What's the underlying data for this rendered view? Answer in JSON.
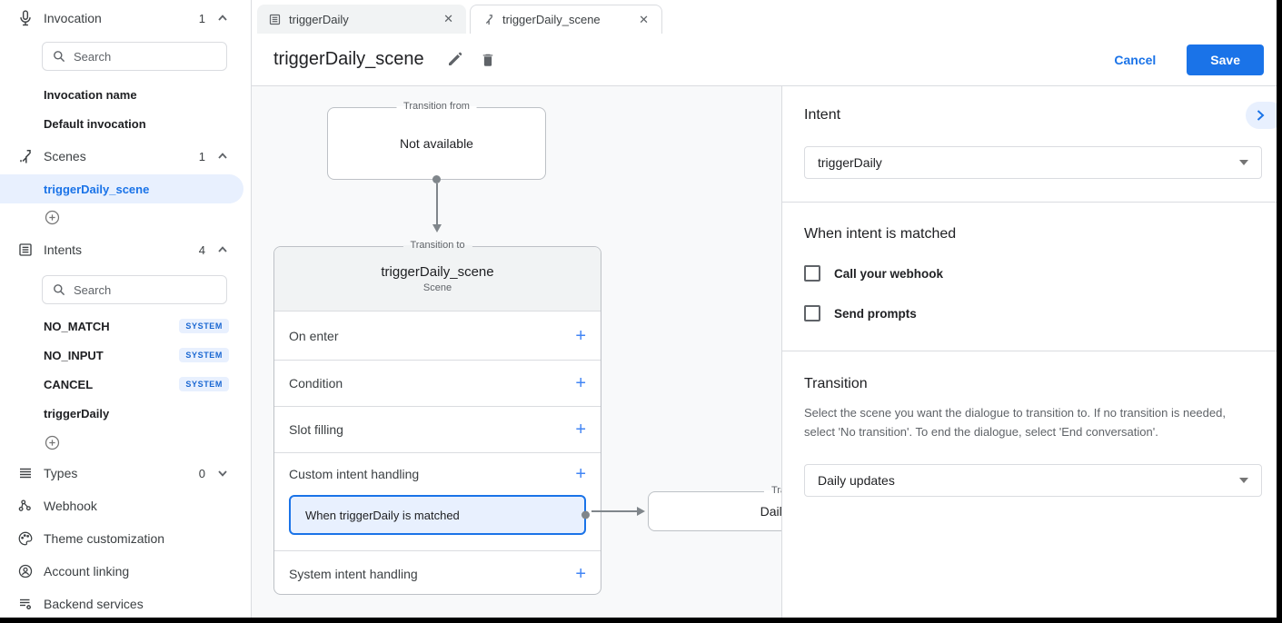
{
  "colors": {
    "accent": "#1a73e8",
    "selected_bg": "#e8f0fe",
    "badge_text": "#1967d2",
    "border": "#dadce0"
  },
  "sidebar": {
    "invocation": {
      "label": "Invocation",
      "count": "1",
      "search_placeholder": "Search",
      "items": [
        {
          "label": "Invocation name"
        },
        {
          "label": "Default invocation"
        }
      ]
    },
    "scenes": {
      "label": "Scenes",
      "count": "1",
      "items": [
        {
          "label": "triggerDaily_scene"
        }
      ]
    },
    "intents": {
      "label": "Intents",
      "count": "4",
      "search_placeholder": "Search",
      "items": [
        {
          "label": "NO_MATCH",
          "badge": "SYSTEM"
        },
        {
          "label": "NO_INPUT",
          "badge": "SYSTEM"
        },
        {
          "label": "CANCEL",
          "badge": "SYSTEM"
        },
        {
          "label": "triggerDaily"
        }
      ]
    },
    "types": {
      "label": "Types",
      "count": "0"
    },
    "links": [
      {
        "label": "Webhook"
      },
      {
        "label": "Theme customization"
      },
      {
        "label": "Account linking"
      },
      {
        "label": "Backend services"
      }
    ]
  },
  "tabs": [
    {
      "label": "triggerDaily"
    },
    {
      "label": "triggerDaily_scene"
    }
  ],
  "header": {
    "title": "triggerDaily_scene",
    "cancel_label": "Cancel",
    "save_label": "Save"
  },
  "diagram": {
    "transition_from": {
      "legend": "Transition from",
      "content": "Not available"
    },
    "scene_node": {
      "legend": "Transition to",
      "title": "triggerDaily_scene",
      "subtitle": "Scene",
      "rows": [
        {
          "label": "On enter"
        },
        {
          "label": "Condition"
        },
        {
          "label": "Slot filling"
        },
        {
          "label": "Custom intent handling"
        },
        {
          "label": "System intent handling"
        }
      ],
      "intent_handler": "When triggerDaily is matched"
    },
    "target_node": {
      "legend": "Transition to",
      "content": "Daily updates"
    }
  },
  "panel": {
    "intent": {
      "heading": "Intent",
      "value": "triggerDaily"
    },
    "matched": {
      "heading": "When intent is matched",
      "checkboxes": [
        {
          "label": "Call your webhook"
        },
        {
          "label": "Send prompts"
        }
      ]
    },
    "transition": {
      "heading": "Transition",
      "description": "Select the scene you want the dialogue to transition to. If no transition is needed, select 'No transition'. To end the dialogue, select 'End conversation'.",
      "value": "Daily updates"
    }
  }
}
